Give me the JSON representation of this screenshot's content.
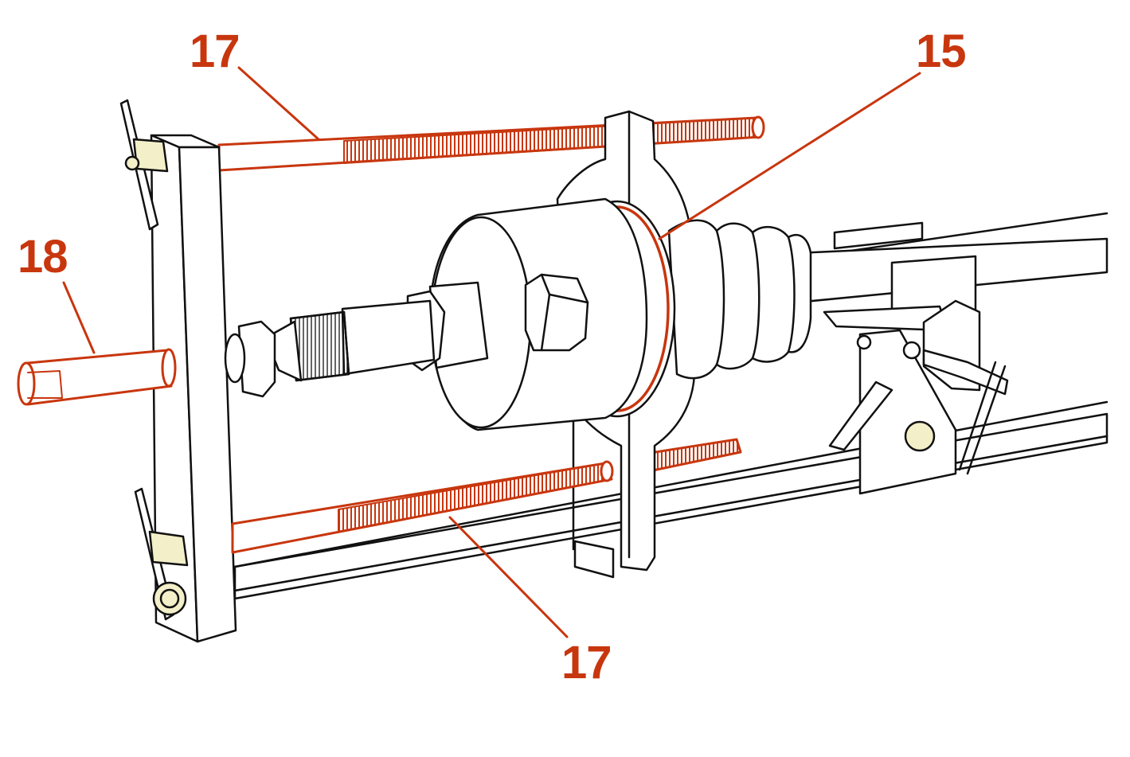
{
  "colors": {
    "accent": "#c8360e",
    "line": "#111111",
    "fill": "#ffffff",
    "bolt_fill": "#f3efc8"
  },
  "labels": {
    "rod_top": "17",
    "ring": "15",
    "shaft": "18",
    "rod_bottom": "17"
  }
}
